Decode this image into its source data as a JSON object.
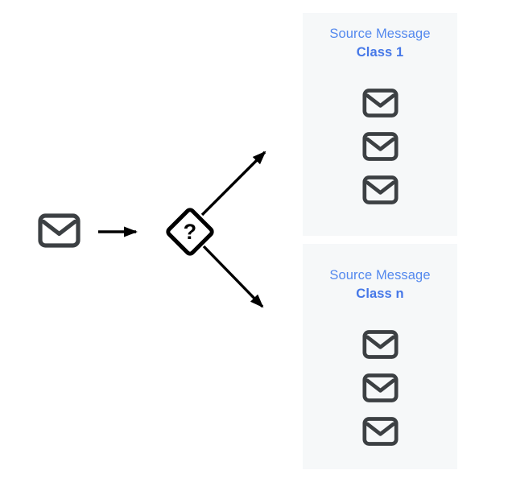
{
  "diagram": {
    "classifier": {
      "symbol": "?"
    },
    "panels": [
      {
        "title": "Source Message",
        "subtitle": "Class 1",
        "message_count": 3
      },
      {
        "title": "Source Message",
        "subtitle": "Class n",
        "message_count": 3
      }
    ],
    "icons": {
      "input": "envelope-icon",
      "panel_item": "envelope-icon",
      "decision": "question-mark-diamond"
    },
    "colors": {
      "page_background": "#ffffff",
      "panel_background": "#f6f8f9",
      "title_text": "#5489ee",
      "subtitle_text": "#4678e8",
      "envelope_stroke": "#3c4043",
      "connector": "#000000"
    }
  }
}
